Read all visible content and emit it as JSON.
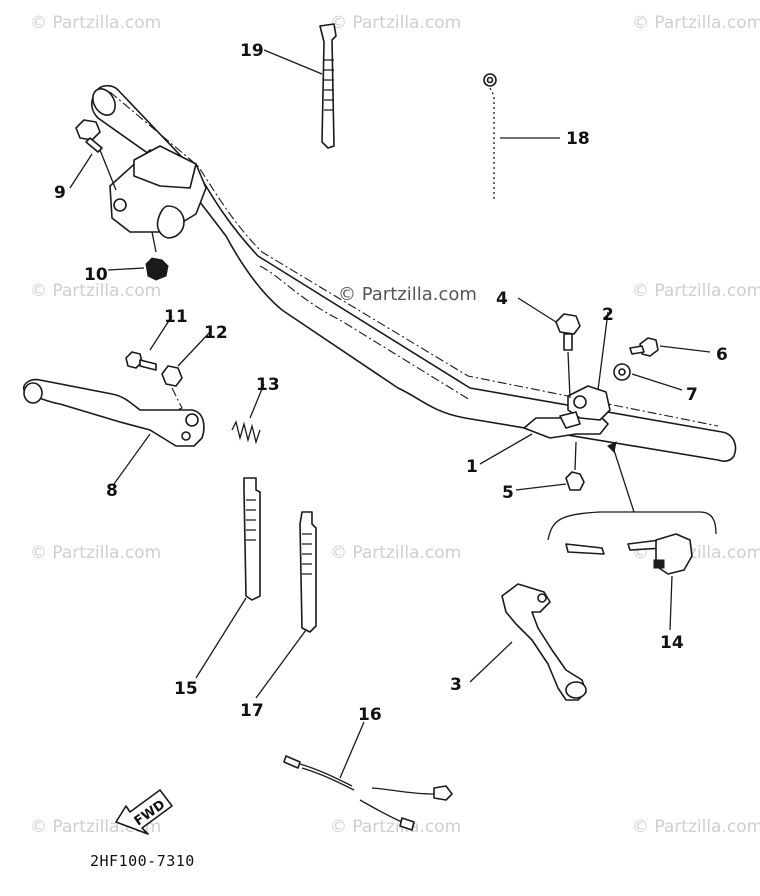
{
  "watermark_text": "© Partzilla.com",
  "drawing_code": "2HF100-7310",
  "fwd_label": "FWD",
  "callouts": [
    "1",
    "2",
    "3",
    "4",
    "5",
    "6",
    "7",
    "8",
    "9",
    "10",
    "11",
    "12",
    "13",
    "14",
    "15",
    "16",
    "17",
    "18",
    "19"
  ],
  "colors": {
    "ink": "#1a1a1a",
    "watermark": "#cfcfcf",
    "background": "#ffffff"
  }
}
